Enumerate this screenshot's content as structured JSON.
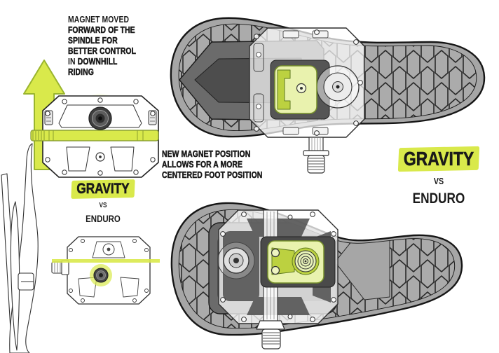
{
  "palette": {
    "chartreuse": "#d9e94b",
    "chartreuse-dark": "#9ab52e",
    "plate-pale": "#e9f2ae",
    "plate-mid": "#bcd140",
    "sole-gray": "#a6a6a6",
    "tread-gray": "#ababab",
    "recess-gray": "#6b6b6b",
    "recess-dark": "#4d4d4d",
    "ink": "#1a1a1a",
    "metal-dark": "#4a4a4a"
  },
  "left_note": {
    "l1": "MAGNET MOVED",
    "l2": "FORWARD OF THE",
    "l3": "SPINDLE FOR",
    "l4": "BETTER CONTROL",
    "l5a": "IN",
    "l5b": "DOWNHILL",
    "l6": "RIDING"
  },
  "center_note": {
    "l1": "NEW MAGNET POSITION",
    "l2": "ALLOWS FOR A MORE",
    "l3": "CENTERED FOOT POSITION"
  },
  "left_compare": {
    "primary": "GRAVITY",
    "versus": "VS",
    "secondary": "ENDURO"
  },
  "right_compare": {
    "primary": "GRAVITY",
    "versus": "VS",
    "secondary": "ENDURO"
  },
  "illustrations": {
    "arrow": "forward-direction-up-arrow",
    "left_pedal": "gravity-pedal-front-view-with-magnet-above-spindle",
    "small_pedal": "enduro-pedal-front-view-with-magnet-behind-spindle",
    "top_shoe": "shoe-sole-with-gravity-pedal-overlay",
    "bottom_shoe": "shoe-sole-with-enduro-pedal-overlay",
    "crank": "bike-crank-arm-and-chainring-outline"
  }
}
